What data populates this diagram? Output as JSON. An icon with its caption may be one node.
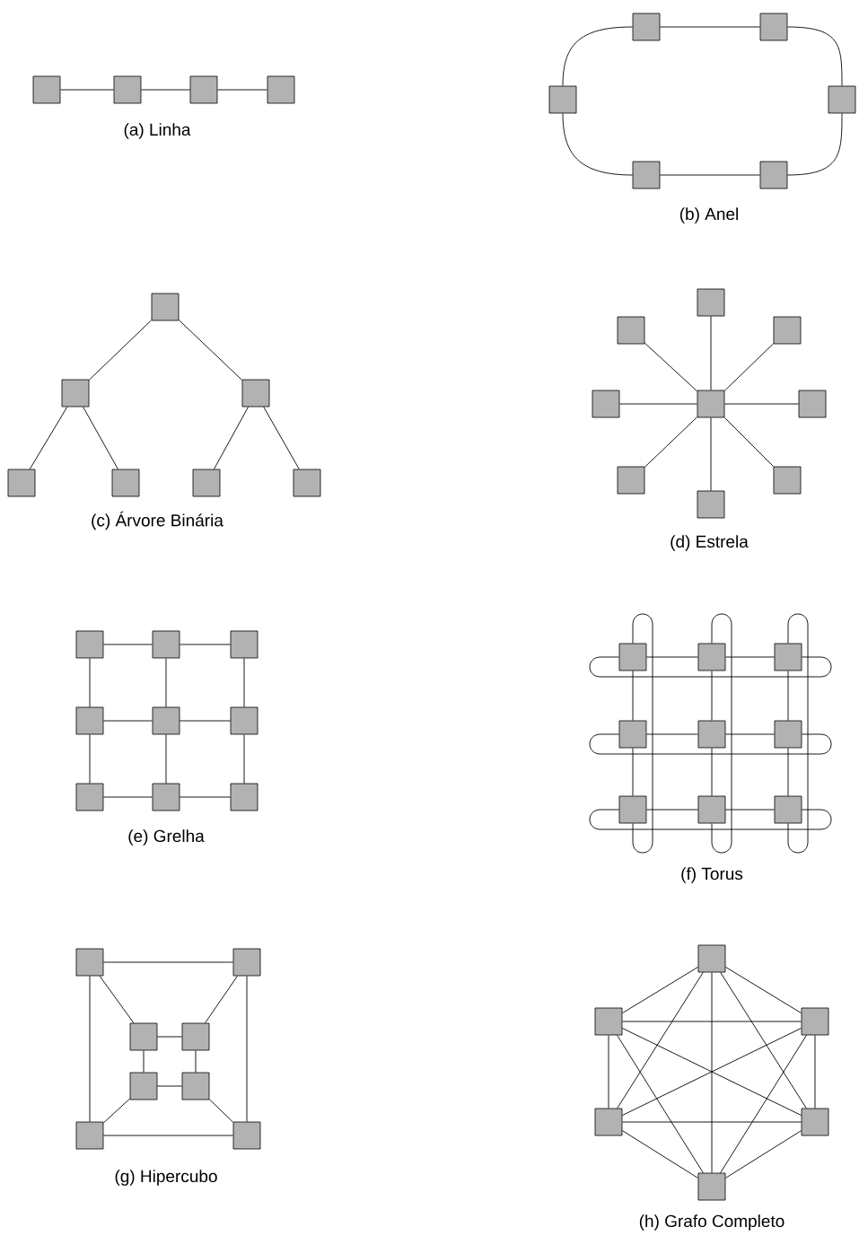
{
  "diagram": {
    "nodes": [
      {
        "text": [],
        "shape": "box"
      },
      {
        "text": [],
        "shape": "box"
      },
      {
        "text": [],
        "shape": "box"
      },
      {
        "text": [],
        "shape": "box"
      },
      {
        "text": [],
        "shape": "box"
      },
      {
        "text": [],
        "shape": "box"
      },
      {
        "text": [],
        "shape": "box"
      },
      {
        "text": [],
        "shape": "box"
      },
      {
        "text": [],
        "shape": "box"
      },
      {
        "text": [],
        "shape": "box"
      },
      {
        "text": [],
        "shape": "box"
      },
      {
        "text": [],
        "shape": "box"
      },
      {
        "text": [],
        "shape": "box"
      },
      {
        "text": [],
        "shape": "box"
      },
      {
        "text": [],
        "shape": "box"
      },
      {
        "text": [],
        "shape": "box"
      },
      {
        "text": [],
        "shape": "box"
      },
      {
        "text": [],
        "shape": "box"
      },
      {
        "text": [],
        "shape": "box"
      },
      {
        "text": [],
        "shape": "box"
      },
      {
        "text": [],
        "shape": "box"
      },
      {
        "text": [],
        "shape": "box"
      },
      {
        "text": [],
        "shape": "box"
      },
      {
        "text": [],
        "shape": "box"
      },
      {
        "text": [],
        "shape": "box"
      },
      {
        "text": [],
        "shape": "box"
      },
      {
        "text": [],
        "shape": "box"
      },
      {
        "text": [],
        "shape": "box"
      },
      {
        "text": [],
        "shape": "box"
      },
      {
        "text": [],
        "shape": "box"
      },
      {
        "text": [],
        "shape": "box"
      },
      {
        "text": [],
        "shape": "box"
      },
      {
        "text": [],
        "shape": "box"
      },
      {
        "text": [],
        "shape": "box"
      },
      {
        "text": [],
        "shape": "box"
      },
      {
        "text": [],
        "shape": "box"
      },
      {
        "text": [],
        "shape": "box"
      },
      {
        "text": [],
        "shape": "box"
      },
      {
        "text": [],
        "shape": "box"
      },
      {
        "text": [],
        "shape": "box"
      },
      {
        "text": [],
        "shape": "box"
      },
      {
        "text": [],
        "shape": "box"
      },
      {
        "text": [],
        "shape": "box"
      },
      {
        "text": [],
        "shape": "box"
      },
      {
        "text": [],
        "shape": "box"
      },
      {
        "text": [],
        "shape": "box"
      },
      {
        "text": [],
        "shape": "box"
      },
      {
        "text": [],
        "shape": "box"
      },
      {
        "text": [],
        "shape": "box"
      },
      {
        "text": [],
        "shape": "box"
      },
      {
        "text": [],
        "shape": "box"
      },
      {
        "text": [],
        "shape": "box"
      },
      {
        "text": [],
        "shape": "box"
      },
      {
        "text": [],
        "shape": "box"
      },
      {
        "text": [],
        "shape": "box"
      },
      {
        "text": [],
        "shape": "box"
      },
      {
        "text": [],
        "shape": "box"
      },
      {
        "text": [],
        "shape": "box"
      }
    ],
    "edges": [
      {
        "from": 0,
        "to": 1,
        "arrow": "none"
      },
      {
        "from": 1,
        "to": 2,
        "arrow": "none"
      },
      {
        "from": 2,
        "to": 3,
        "arrow": "none"
      },
      {
        "from": 4,
        "to": 5,
        "arrow": "none"
      },
      {
        "from": 5,
        "to": 7,
        "arrow": "none"
      },
      {
        "from": 7,
        "to": 9,
        "arrow": "none"
      },
      {
        "from": 9,
        "to": 8,
        "arrow": "none"
      },
      {
        "from": 8,
        "to": 6,
        "arrow": "none"
      },
      {
        "from": 6,
        "to": 4,
        "arrow": "none"
      },
      {
        "from": 10,
        "to": 11,
        "arrow": "none"
      },
      {
        "from": 10,
        "to": 12,
        "arrow": "none"
      },
      {
        "from": 11,
        "to": 13,
        "arrow": "none"
      },
      {
        "from": 11,
        "to": 14,
        "arrow": "none"
      },
      {
        "from": 12,
        "to": 15,
        "arrow": "none"
      },
      {
        "from": 12,
        "to": 16,
        "arrow": "none"
      },
      {
        "from": 21,
        "to": 17,
        "arrow": "none"
      },
      {
        "from": 21,
        "to": 18,
        "arrow": "none"
      },
      {
        "from": 21,
        "to": 19,
        "arrow": "none"
      },
      {
        "from": 21,
        "to": 20,
        "arrow": "none"
      },
      {
        "from": 21,
        "to": 22,
        "arrow": "none"
      },
      {
        "from": 21,
        "to": 23,
        "arrow": "none"
      },
      {
        "from": 21,
        "to": 24,
        "arrow": "none"
      },
      {
        "from": 21,
        "to": 25,
        "arrow": "none"
      },
      {
        "from": 26,
        "to": 27,
        "arrow": "none"
      },
      {
        "from": 27,
        "to": 28,
        "arrow": "none"
      },
      {
        "from": 29,
        "to": 30,
        "arrow": "none"
      },
      {
        "from": 30,
        "to": 31,
        "arrow": "none"
      },
      {
        "from": 32,
        "to": 33,
        "arrow": "none"
      },
      {
        "from": 33,
        "to": 34,
        "arrow": "none"
      },
      {
        "from": 26,
        "to": 29,
        "arrow": "none"
      },
      {
        "from": 29,
        "to": 32,
        "arrow": "none"
      },
      {
        "from": 27,
        "to": 30,
        "arrow": "none"
      },
      {
        "from": 30,
        "to": 33,
        "arrow": "none"
      },
      {
        "from": 28,
        "to": 31,
        "arrow": "none"
      },
      {
        "from": 31,
        "to": 34,
        "arrow": "none"
      },
      {
        "from": 35,
        "to": 36,
        "arrow": "none"
      },
      {
        "from": 36,
        "to": 37,
        "arrow": "none"
      },
      {
        "from": 38,
        "to": 39,
        "arrow": "none"
      },
      {
        "from": 39,
        "to": 40,
        "arrow": "none"
      },
      {
        "from": 41,
        "to": 42,
        "arrow": "none"
      },
      {
        "from": 42,
        "to": 43,
        "arrow": "none"
      },
      {
        "from": 35,
        "to": 38,
        "arrow": "none"
      },
      {
        "from": 38,
        "to": 41,
        "arrow": "none"
      },
      {
        "from": 36,
        "to": 39,
        "arrow": "none"
      },
      {
        "from": 39,
        "to": 42,
        "arrow": "none"
      },
      {
        "from": 37,
        "to": 40,
        "arrow": "none"
      },
      {
        "from": 40,
        "to": 43,
        "arrow": "none"
      },
      {
        "from": 35,
        "to": 37,
        "arrow": "none"
      },
      {
        "from": 38,
        "to": 40,
        "arrow": "none"
      },
      {
        "from": 41,
        "to": 43,
        "arrow": "none"
      },
      {
        "from": 35,
        "to": 41,
        "arrow": "none"
      },
      {
        "from": 36,
        "to": 42,
        "arrow": "none"
      },
      {
        "from": 37,
        "to": 43,
        "arrow": "none"
      },
      {
        "from": 44,
        "to": 45,
        "arrow": "none"
      },
      {
        "from": 44,
        "to": 50,
        "arrow": "none"
      },
      {
        "from": 45,
        "to": 51,
        "arrow": "none"
      },
      {
        "from": 50,
        "to": 51,
        "arrow": "none"
      },
      {
        "from": 46,
        "to": 47,
        "arrow": "none"
      },
      {
        "from": 46,
        "to": 48,
        "arrow": "none"
      },
      {
        "from": 47,
        "to": 49,
        "arrow": "none"
      },
      {
        "from": 48,
        "to": 49,
        "arrow": "none"
      },
      {
        "from": 44,
        "to": 46,
        "arrow": "none"
      },
      {
        "from": 45,
        "to": 47,
        "arrow": "none"
      },
      {
        "from": 50,
        "to": 48,
        "arrow": "none"
      },
      {
        "from": 51,
        "to": 49,
        "arrow": "none"
      },
      {
        "from": 52,
        "to": 53,
        "arrow": "none"
      },
      {
        "from": 52,
        "to": 54,
        "arrow": "none"
      },
      {
        "from": 52,
        "to": 55,
        "arrow": "none"
      },
      {
        "from": 52,
        "to": 56,
        "arrow": "none"
      },
      {
        "from": 52,
        "to": 57,
        "arrow": "none"
      },
      {
        "from": 53,
        "to": 54,
        "arrow": "none"
      },
      {
        "from": 53,
        "to": 55,
        "arrow": "none"
      },
      {
        "from": 53,
        "to": 56,
        "arrow": "none"
      },
      {
        "from": 53,
        "to": 57,
        "arrow": "none"
      },
      {
        "from": 54,
        "to": 55,
        "arrow": "none"
      },
      {
        "from": 54,
        "to": 56,
        "arrow": "none"
      },
      {
        "from": 54,
        "to": 57,
        "arrow": "none"
      },
      {
        "from": 55,
        "to": 56,
        "arrow": "none"
      },
      {
        "from": 55,
        "to": 57,
        "arrow": "none"
      },
      {
        "from": 56,
        "to": 57,
        "arrow": "none"
      }
    ],
    "labels": [
      "(a) Linha",
      "(b) Anel",
      "(c) Árvore Binária",
      "(d) Estrela",
      "(e) Grelha",
      "(f) Torus",
      "(g) Hipercubo",
      "(h) Grafo Completo"
    ]
  }
}
